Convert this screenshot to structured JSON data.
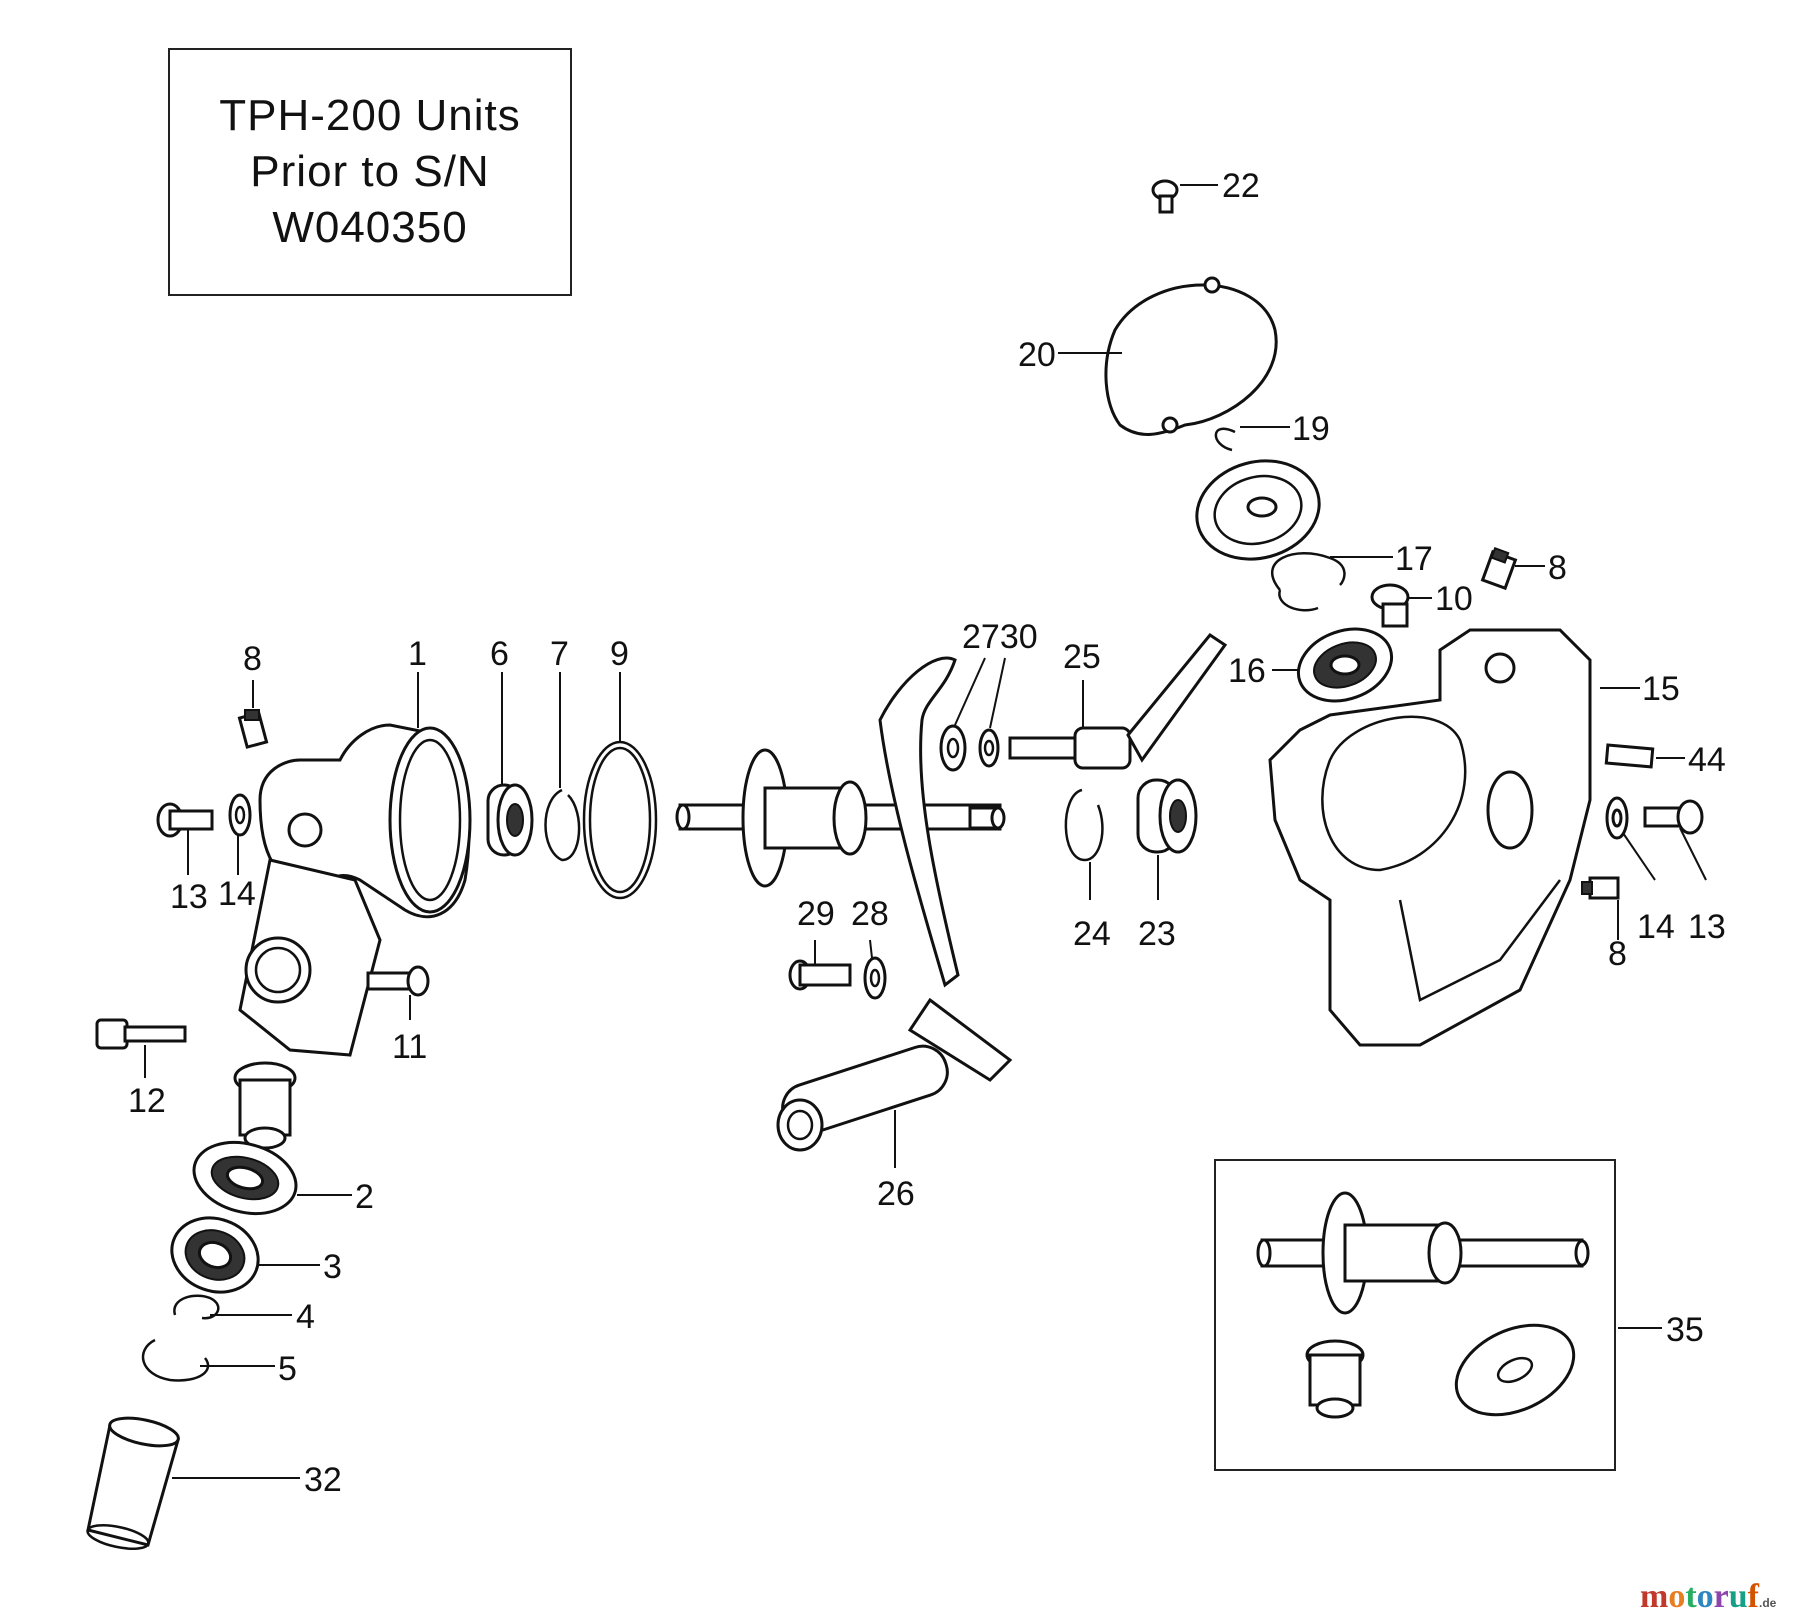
{
  "title_box": {
    "line1": "TPH-200 Units",
    "line2": "Prior to S/N",
    "line3": "W040350"
  },
  "callouts": {
    "c1": "1",
    "c2": "2",
    "c3": "3",
    "c4": "4",
    "c5": "5",
    "c6": "6",
    "c7": "7",
    "c8a": "8",
    "c8b": "8",
    "c8c": "8",
    "c9": "9",
    "c10": "10",
    "c11": "11",
    "c12": "12",
    "c13a": "13",
    "c13b": "13",
    "c14a": "14",
    "c14b": "14",
    "c15": "15",
    "c16": "16",
    "c17": "17",
    "c19": "19",
    "c20": "20",
    "c22": "22",
    "c23": "23",
    "c24": "24",
    "c25": "25",
    "c26": "26",
    "c2730": "2730",
    "c28": "28",
    "c29": "29",
    "c32": "32",
    "c35": "35",
    "c44": "44"
  },
  "watermark": {
    "letters": [
      "m",
      "o",
      "t",
      "o",
      "r",
      "u",
      "f"
    ],
    "colors": [
      "#c0392b",
      "#e67e22",
      "#27ae60",
      "#2e86c1",
      "#8e44ad",
      "#16a085",
      "#d35400"
    ],
    "tld": ".de"
  }
}
